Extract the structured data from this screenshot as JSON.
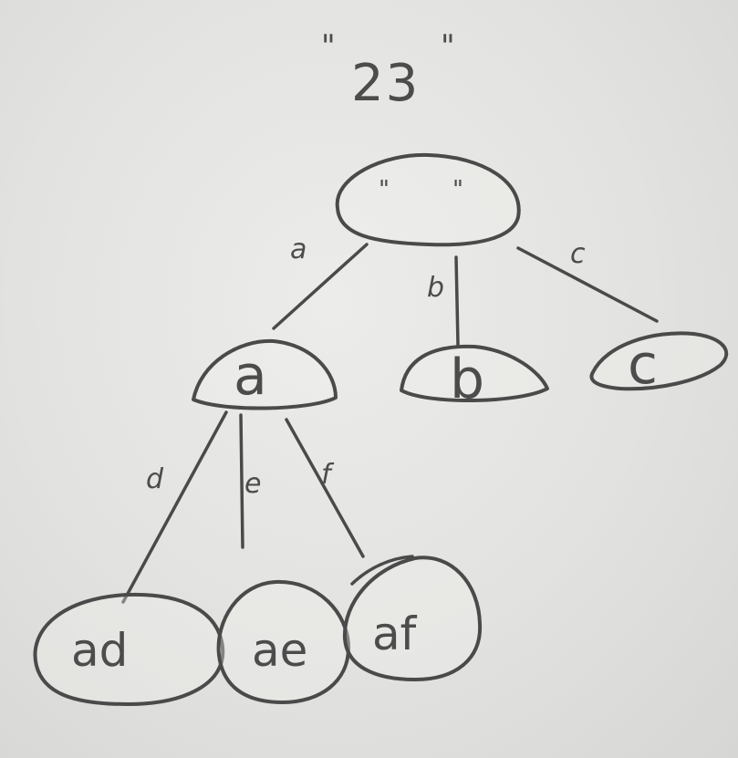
{
  "title": {
    "text": "23",
    "open_quote": "\"",
    "close_quote": "\""
  },
  "root": {
    "open_quote": "\"",
    "close_quote": "\""
  },
  "edges": {
    "root_a": "a",
    "root_b": "b",
    "root_c": "c",
    "a_ad": "d",
    "a_ae": "e",
    "a_af": "f"
  },
  "nodes": {
    "a": "a",
    "b": "b",
    "c": "c",
    "ad": "ad",
    "ae": "ae",
    "af": "af"
  },
  "colors": {
    "ink": "#4a4a4a",
    "paper": "#e4e4e2"
  }
}
